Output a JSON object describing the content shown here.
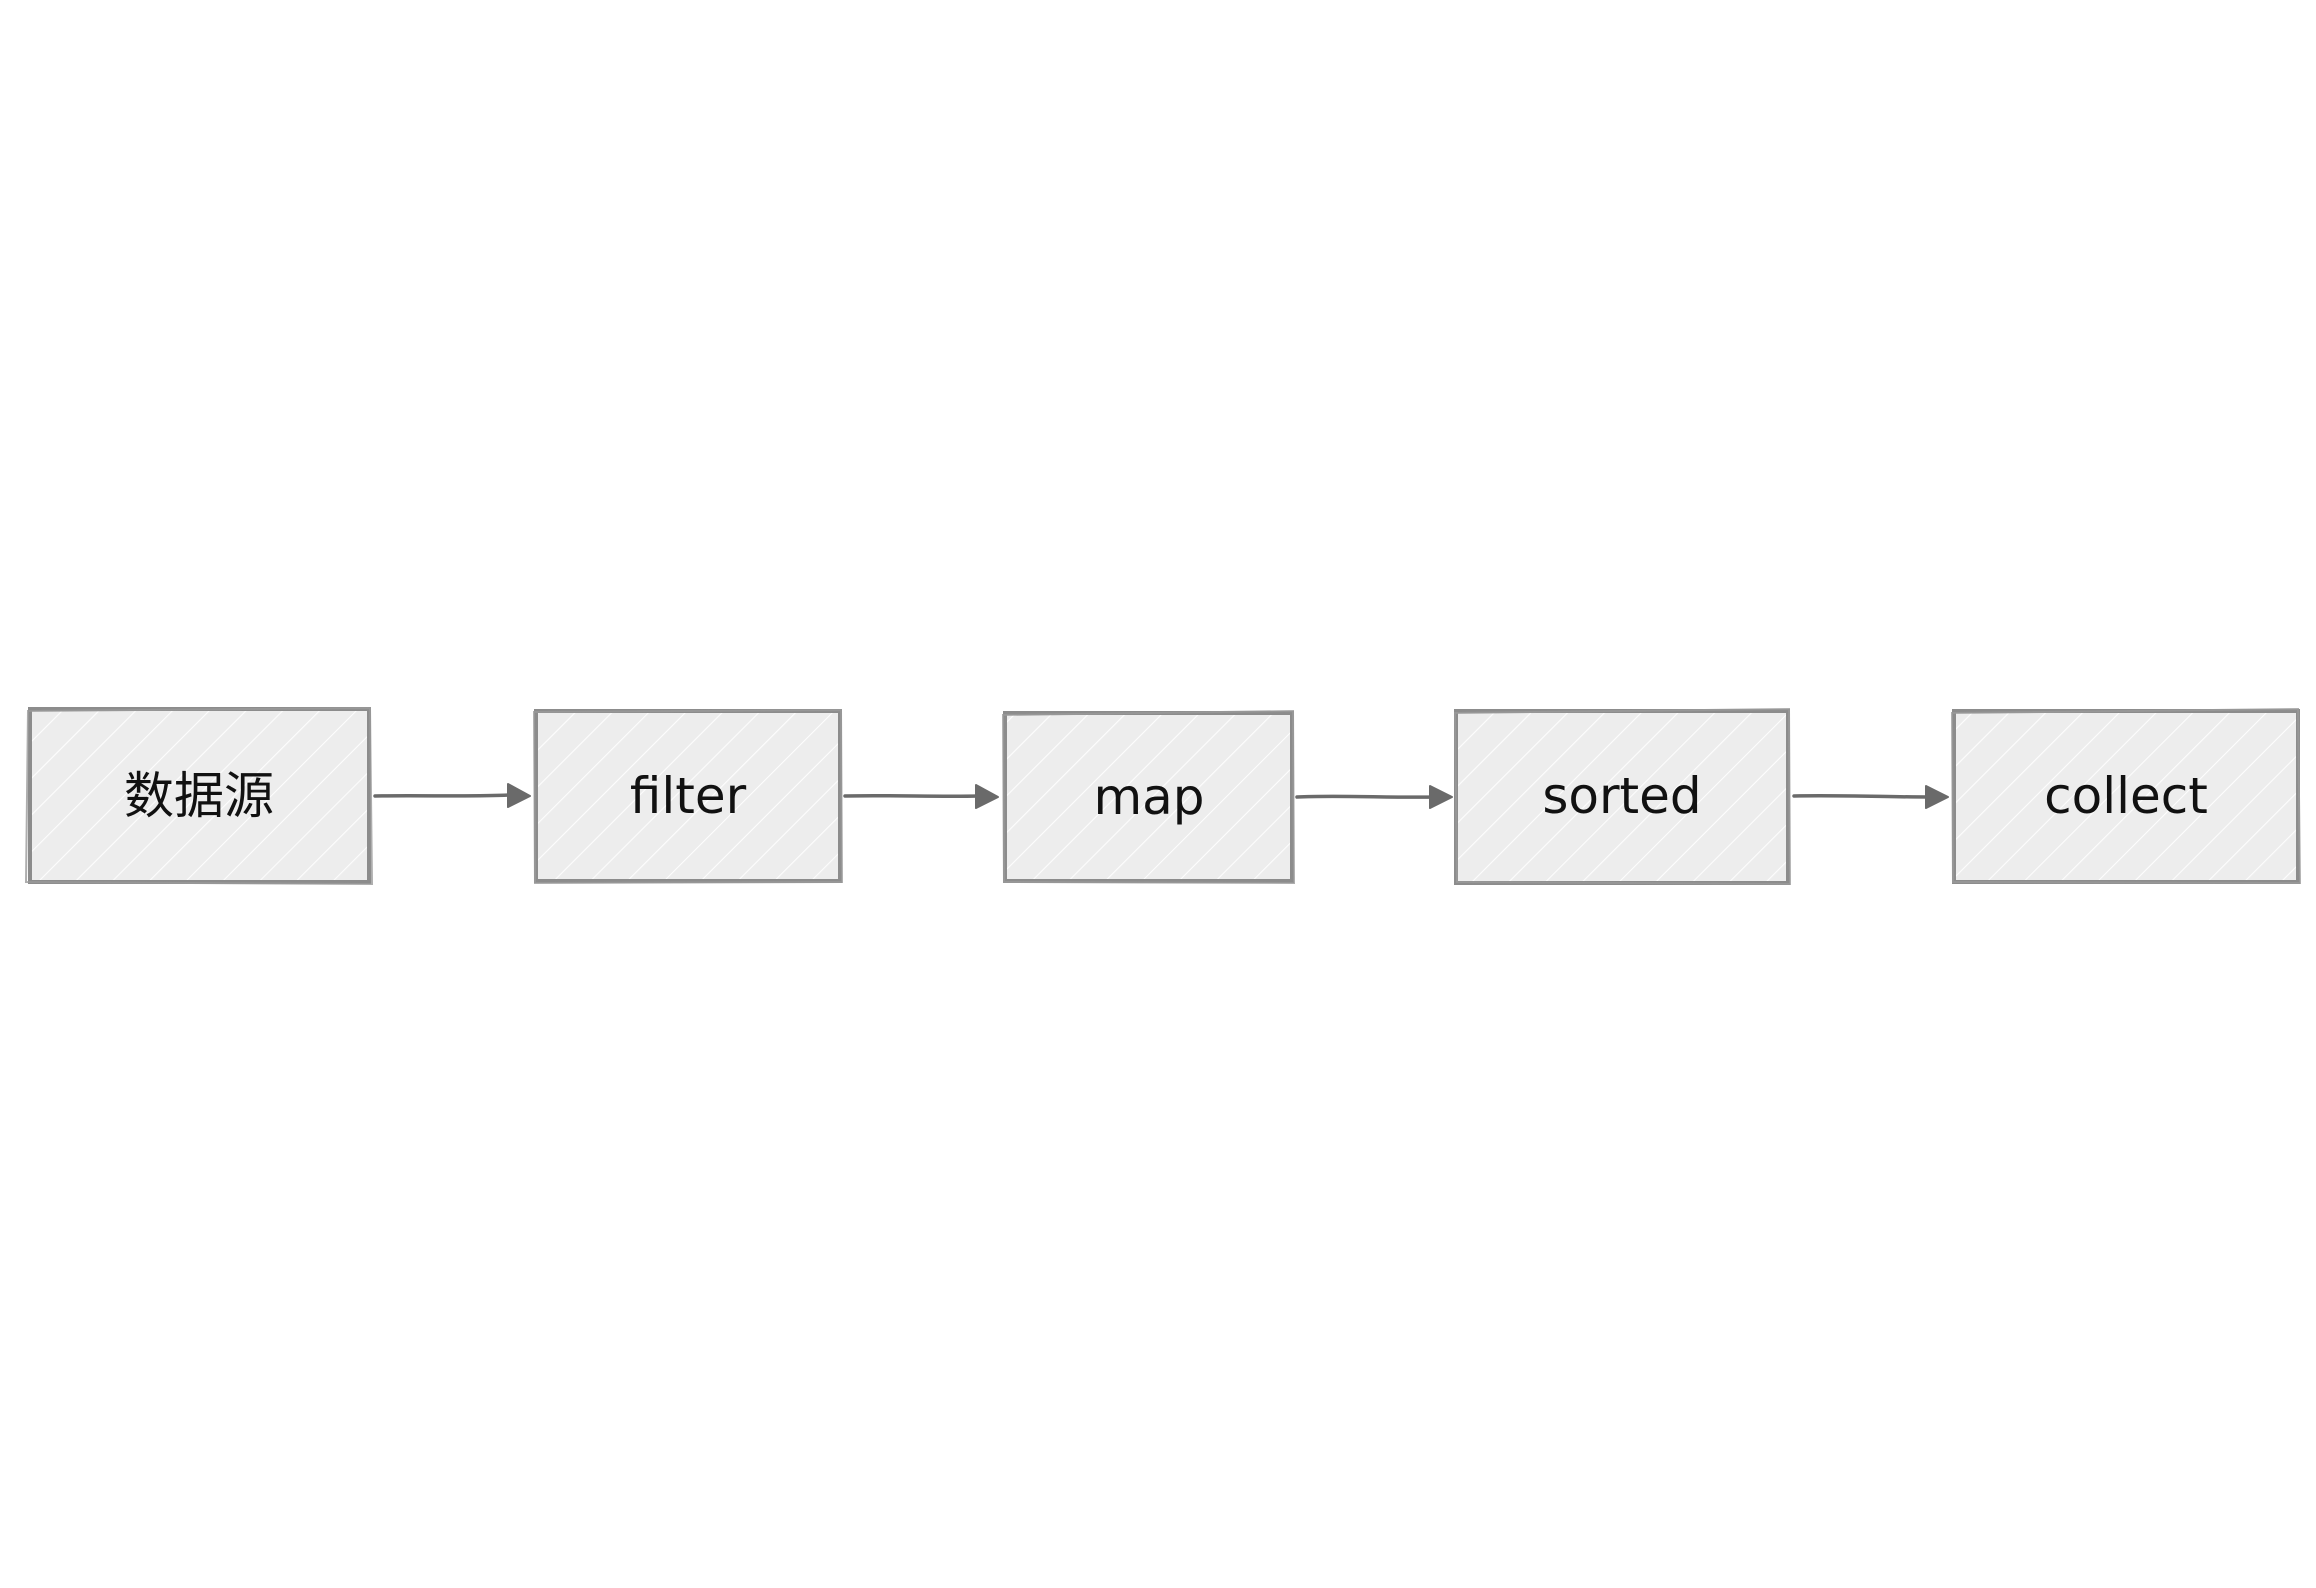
{
  "diagram": {
    "type": "flow",
    "direction": "left-to-right",
    "colors": {
      "node_fill": "#ededed",
      "node_hatch": "#ffffff",
      "node_stroke": "#8c8c8c",
      "edge": "#6a6a6a",
      "text": "#111111"
    },
    "nodes": [
      {
        "id": "source",
        "label": "数据源"
      },
      {
        "id": "filter",
        "label": "filter"
      },
      {
        "id": "map",
        "label": "map"
      },
      {
        "id": "sorted",
        "label": "sorted"
      },
      {
        "id": "collect",
        "label": "collect"
      }
    ],
    "edges": [
      {
        "from": "source",
        "to": "filter"
      },
      {
        "from": "filter",
        "to": "map"
      },
      {
        "from": "map",
        "to": "sorted"
      },
      {
        "from": "sorted",
        "to": "collect"
      }
    ]
  }
}
